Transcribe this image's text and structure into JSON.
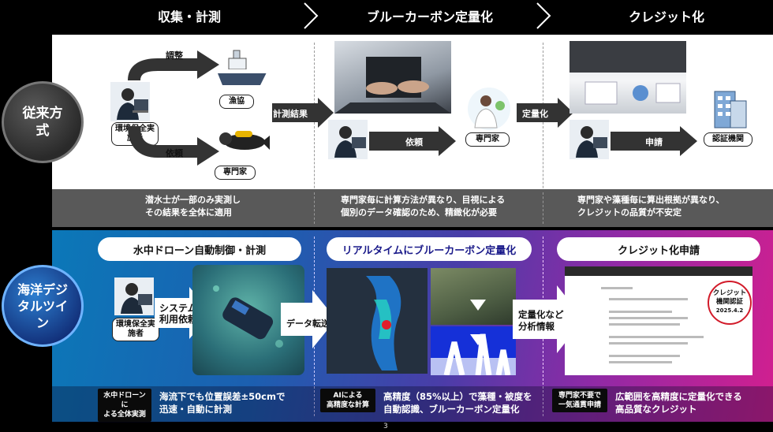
{
  "header": {
    "step1": "収集・計測",
    "step2": "ブルーカーボン定量化",
    "step3": "クレジット化"
  },
  "conventional": {
    "label": "従来方式",
    "actor": "環境保全実施者",
    "adjust": "調整",
    "fishery": "漁協",
    "request": "依頼",
    "expert": "専門家",
    "measure_result": "計測結果",
    "request2": "依頼",
    "expert2": "専門家",
    "quantify": "定量化",
    "apply": "申請",
    "certifier": "認証機関",
    "desc1_line1": "潜水士が一部のみ実測し",
    "desc1_line2": "その結果を全体に適用",
    "desc2_line1": "専門家毎に計算方法が異なり、目視による",
    "desc2_line2": "個別のデータ確認のため、精緻化が必要",
    "desc3_line1": "専門家や藻種毎に算出根拠が異なり、",
    "desc3_line2": "クレジットの品質が不安定"
  },
  "twin": {
    "label": "海洋デジタルツイン",
    "pill1": "水中ドローン自動制御・計測",
    "pill2": "リアルタイムにブルーカーボン定量化",
    "pill3": "クレジット化申請",
    "actor": "環境保全実施者",
    "system_request_line1": "システム",
    "system_request_line2": "利用依頼",
    "data_transfer": "データ転送",
    "analysis_line1": "定量化など",
    "analysis_line2": "分析情報",
    "stamp_line1": "クレジット",
    "stamp_line2": "機関認証",
    "stamp_date": "2025.4.2",
    "badge1_line1": "水中ドローンに",
    "badge1_line2": "よる全体実測",
    "text1_line1": "海流下でも位置誤差±50cmで",
    "text1_line2": "迅速・自動に計測",
    "badge2_line1": "AIによる",
    "badge2_line2": "高精度な計算",
    "text2_line1": "高精度（85%以上）で藻種・被度を",
    "text2_line2": "自動認識、ブルーカーボン定量化",
    "badge3_line1": "専門家不要で",
    "badge3_line2": "一気通貫申請",
    "text3_line1": "広範囲を高精度に定量化できる",
    "text3_line2": "高品質なクレジット"
  },
  "page_number": "3"
}
